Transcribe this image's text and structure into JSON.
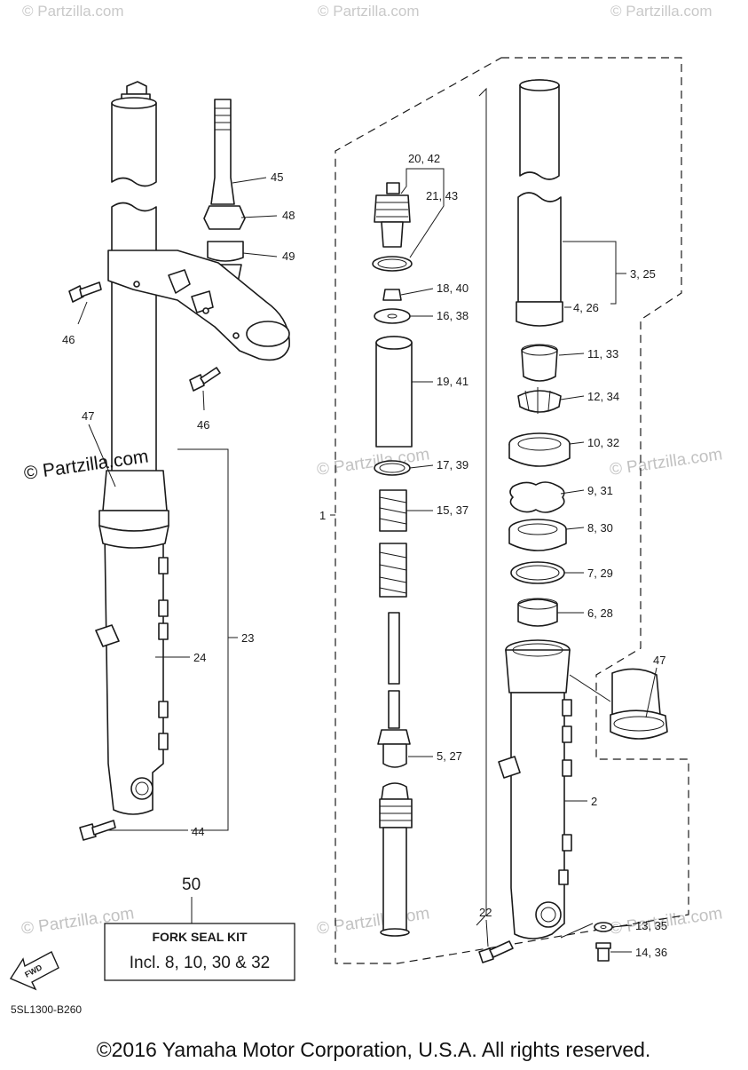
{
  "watermark_text": "© Partzilla.com",
  "partzilla_mark": "© Partzilla.com",
  "callouts": {
    "c1": "1",
    "c2": "2",
    "c3_25": "3, 25",
    "c4_26": "4, 26",
    "c5_27": "5, 27",
    "c6_28": "6, 28",
    "c7_29": "7, 29",
    "c8_30": "8, 30",
    "c9_31": "9, 31",
    "c10_32": "10, 32",
    "c11_33": "11, 33",
    "c12_34": "12, 34",
    "c13_35": "13, 35",
    "c14_36": "14, 36",
    "c15_37": "15, 37",
    "c16_38": "16, 38",
    "c17_39": "17, 39",
    "c18_40": "18, 40",
    "c19_41": "19, 41",
    "c20_42": "20, 42",
    "c21_43": "21, 43",
    "c22": "22",
    "c23": "23",
    "c24": "24",
    "c44": "44",
    "c45": "45",
    "c46a": "46",
    "c46b": "46",
    "c47a": "47",
    "c47b": "47",
    "c48": "48",
    "c49": "49"
  },
  "kit": {
    "number": "50",
    "title": "FORK SEAL KIT",
    "contents": "Incl. 8, 10, 30 & 32"
  },
  "fwd_label": "FWD",
  "diagram_code": "5SL1300-B260",
  "copyright": "©2016 Yamaha Motor Corporation, U.S.A. All rights reserved."
}
